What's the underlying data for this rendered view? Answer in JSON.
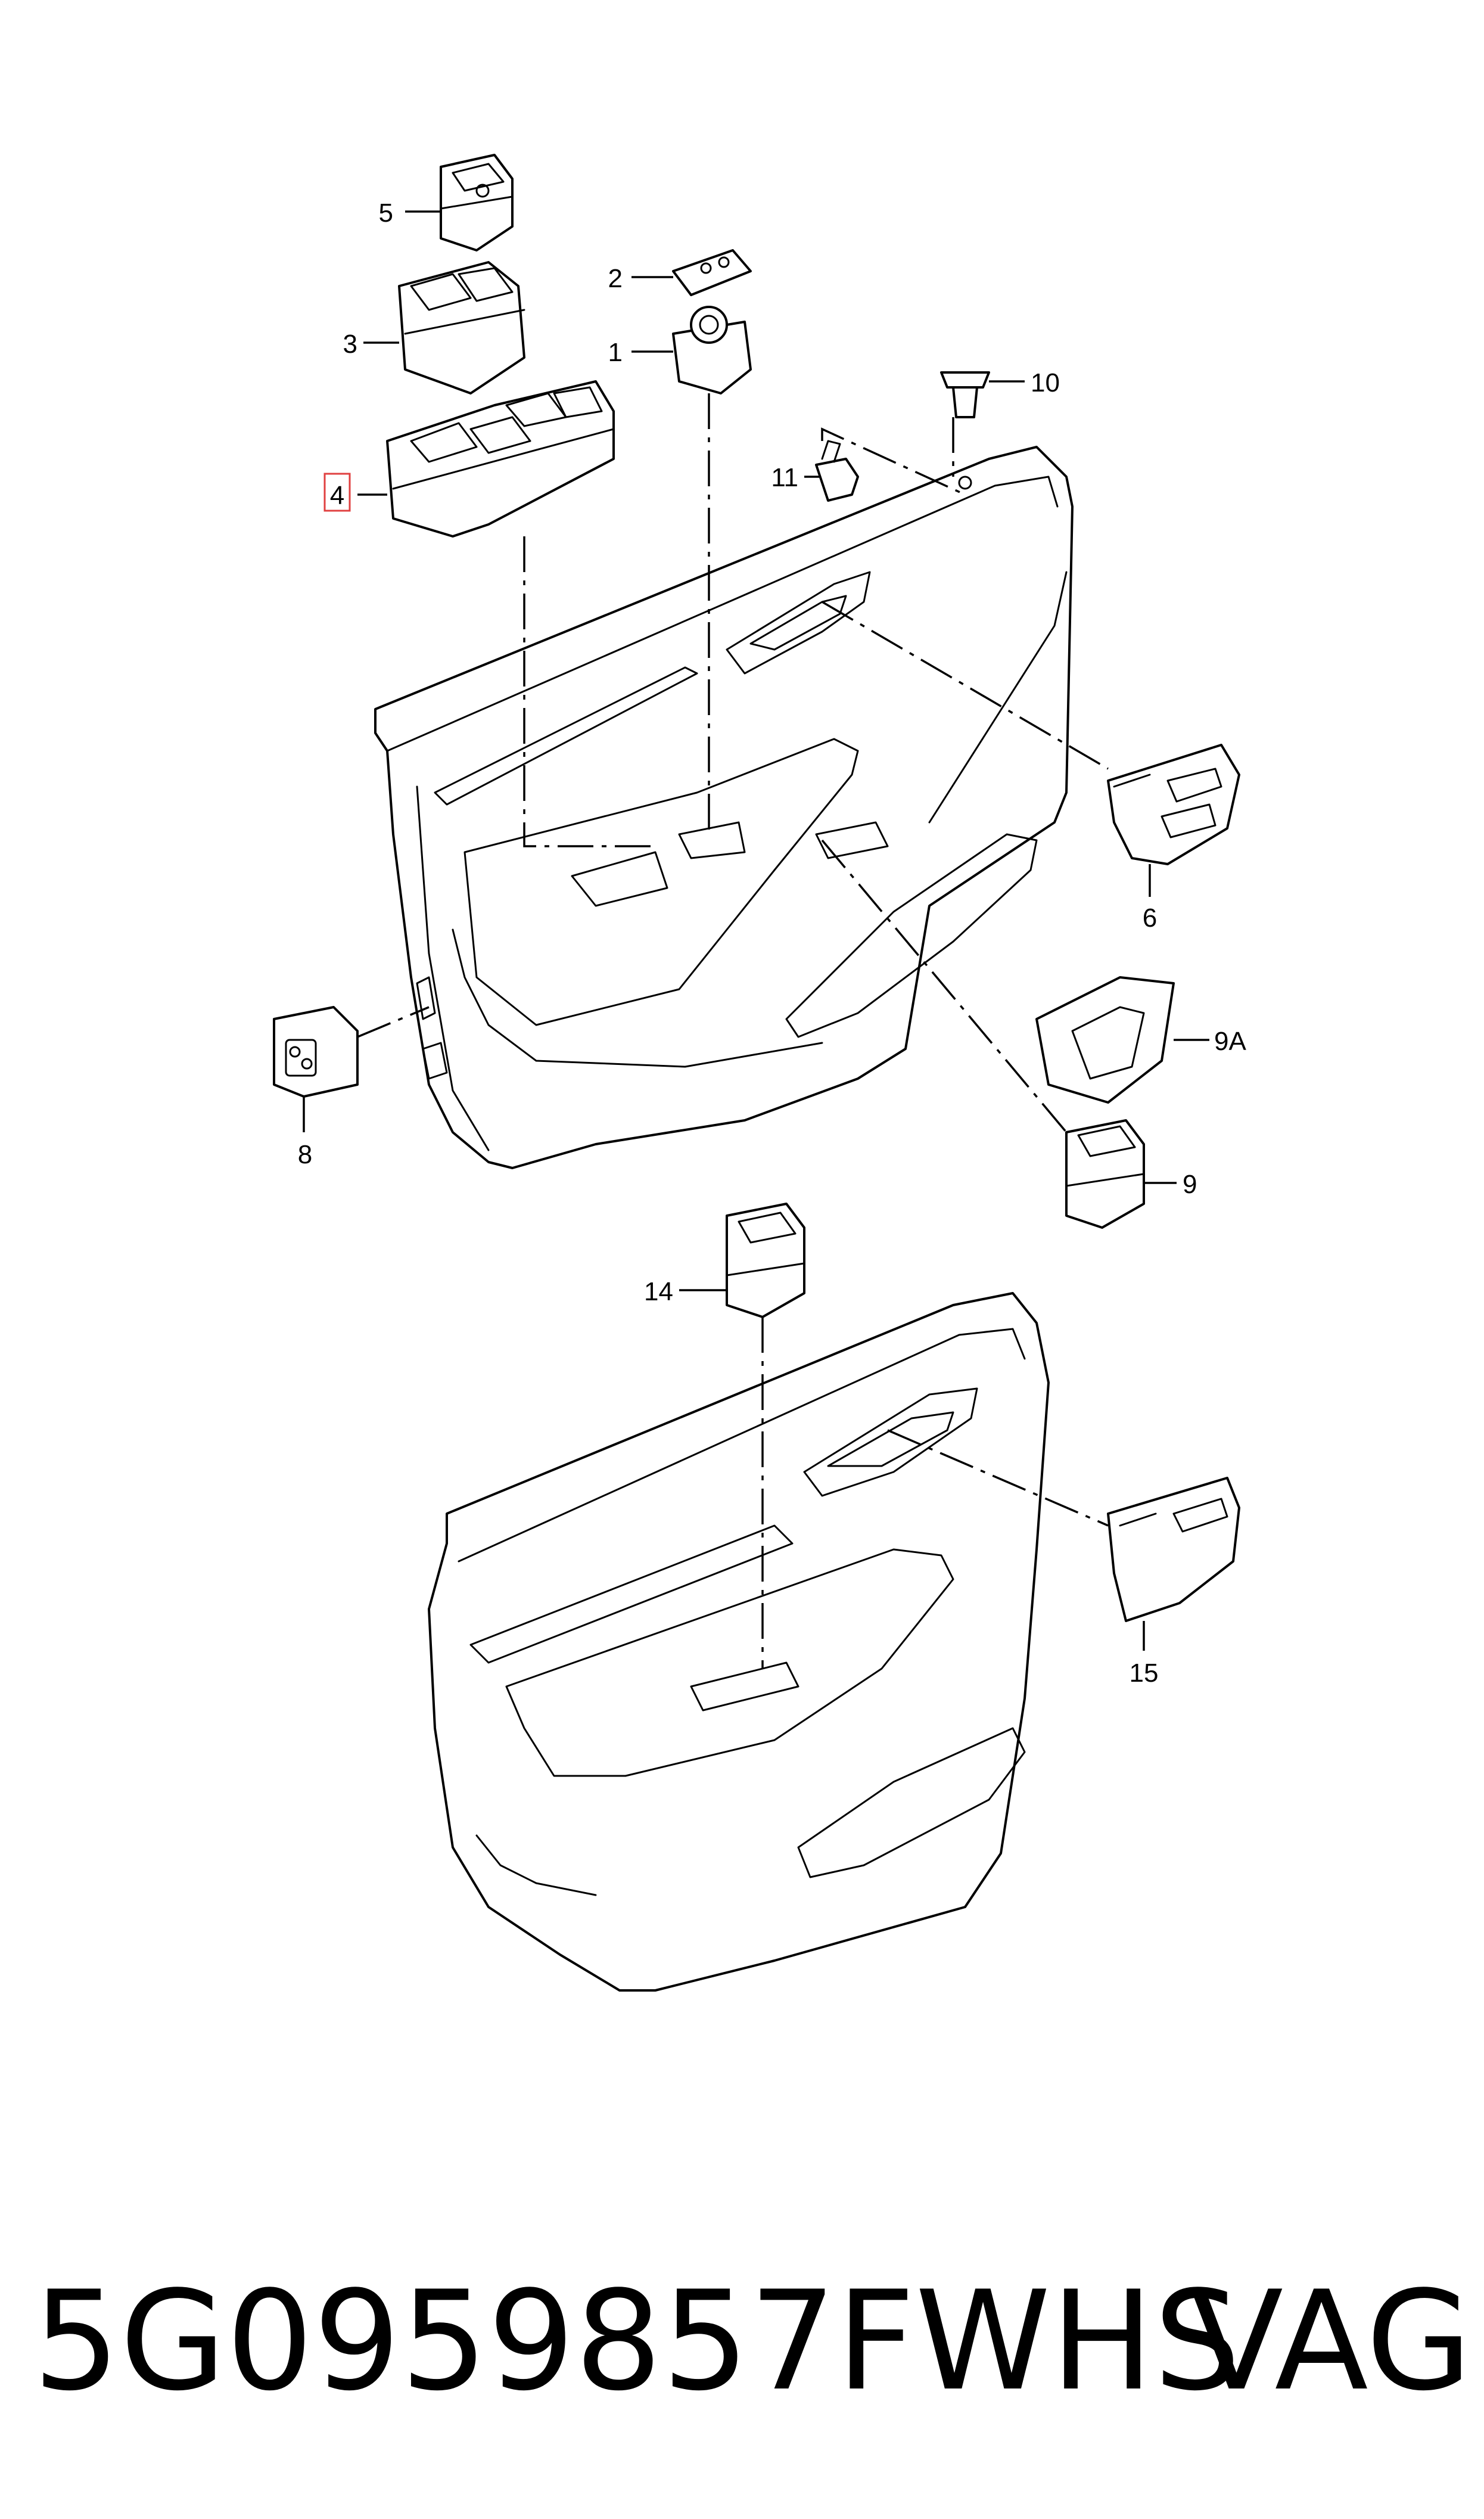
{
  "callouts": {
    "c1": "1",
    "c2": "2",
    "c3": "3",
    "c4": "4",
    "c5": "5",
    "c6": "6",
    "c8": "8",
    "c9": "9",
    "c9a": "9A",
    "c10": "10",
    "c11": "11",
    "c14": "14",
    "c15": "15"
  },
  "highlighted_callout": "4",
  "highlight_color": "#e04040",
  "footer": {
    "part_number": "5G0959857FWHS",
    "brand": "VAG"
  }
}
